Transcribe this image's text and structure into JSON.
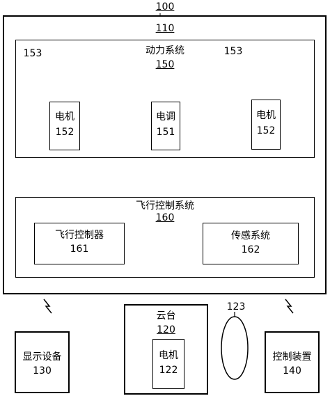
{
  "system": {
    "ref": "100"
  },
  "uav": {
    "ref": "110"
  },
  "power_system": {
    "label": "动力系统",
    "ref": "150"
  },
  "propeller": {
    "ref": "153"
  },
  "motor_left": {
    "label": "电机",
    "ref": "152"
  },
  "esc": {
    "label": "电调",
    "ref": "151"
  },
  "motor_right": {
    "label": "电机",
    "ref": "152"
  },
  "flight_control_system": {
    "label": "飞行控制系统",
    "ref": "160"
  },
  "flight_controller": {
    "label": "飞行控制器",
    "ref": "161"
  },
  "sensing_system": {
    "label": "传感系统",
    "ref": "162"
  },
  "gimbal": {
    "label": "云台",
    "ref": "120"
  },
  "gimbal_motor": {
    "label": "电机",
    "ref": "122"
  },
  "ring": {
    "ref": "123"
  },
  "display_device": {
    "label": "显示设备",
    "ref": "130"
  },
  "control_device": {
    "label": "控制装置",
    "ref": "140"
  },
  "colors": {
    "line": "#000000",
    "background": "#ffffff"
  }
}
